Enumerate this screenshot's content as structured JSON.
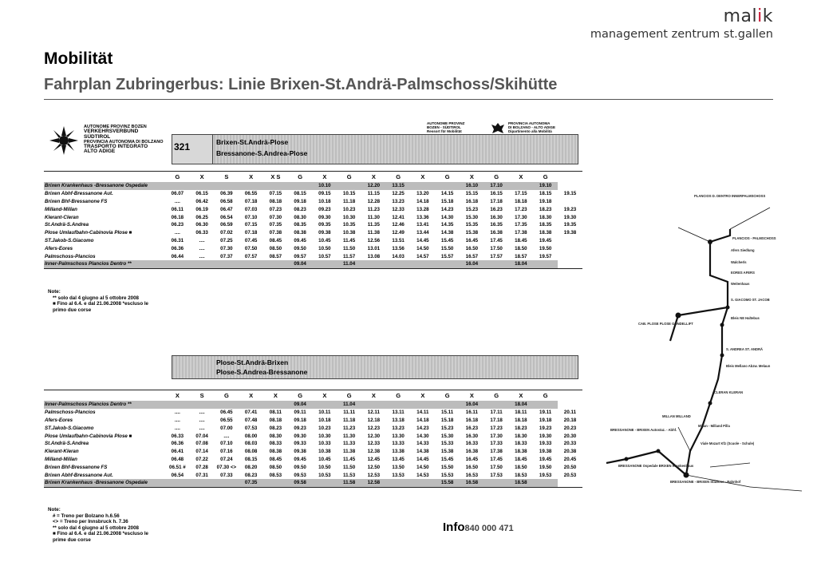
{
  "brand": {
    "logo_main": "mal",
    "logo_i": "i",
    "logo_k": "k",
    "logo_sub": "management zentrum st.gallen"
  },
  "slide": {
    "title": "Mobilität",
    "subtitle": "Fahrplan Zubringerbus: Linie Brixen-St.Andrä-Palmschoss/Skihütte"
  },
  "header": {
    "org_left": [
      "AUTONOME PROVINZ BOZEN",
      "VERKEHRSVERBUND",
      "SÜDTIROL",
      "PROVINCIA AUTONOMA DI BOLZANO",
      "TRASPORTO INTEGRATO",
      "ALTO ADIGE"
    ],
    "org_right_a": [
      "AUTONOME PROVINZ",
      "BOZEN - SÜDTIROL",
      "Ressort für Mobilität"
    ],
    "org_right_b": [
      "PROVINCIA AUTONOMA",
      "DI BOLZANO - ALTO ADIGE",
      "Dipartimento alla Mobilità"
    ],
    "route_number": "321",
    "route_de": "Brixen-St.Andrä-Plose",
    "route_it": "Bressanone-S.Andrea-Plose"
  },
  "timetable_up": {
    "columns": [
      "G",
      "X",
      "S",
      "X",
      "X S",
      "G",
      "X",
      "G",
      "X",
      "G",
      "X",
      "G",
      "X",
      "G",
      "X",
      "G"
    ],
    "rows": [
      {
        "station": "Brixen Krankenhaus -Bressanone Ospedale",
        "times": [
          "",
          "",
          "",
          "",
          "",
          "",
          "10.10",
          "",
          "12.20",
          "13.15",
          "",
          "",
          "16.10",
          "17.10",
          "",
          "19.10"
        ],
        "shade": true
      },
      {
        "station": "Brixen Abhf-Bressanone Aut.",
        "times": [
          "06.07",
          "06.15",
          "06.39",
          "06.55",
          "07.15",
          "08.15",
          "09.15",
          "10.15",
          "11.15",
          "12.25",
          "13.20",
          "14.15",
          "15.15",
          "16.15",
          "17.15",
          "18.15",
          "19.15"
        ]
      },
      {
        "station": "Brixen Bhf-Bressanone FS",
        "times": [
          "....",
          "06.42",
          "06.58",
          "07.18",
          "08.18",
          "09.18",
          "10.18",
          "11.18",
          "12.28",
          "13.23",
          "14.18",
          "15.18",
          "16.18",
          "17.18",
          "18.18",
          "19.18"
        ]
      },
      {
        "station": "Milland-Millan",
        "times": [
          "06.11",
          "06.19",
          "06.47",
          "07.03",
          "07.23",
          "08.23",
          "09.23",
          "10.23",
          "11.23",
          "12.33",
          "13.28",
          "14.23",
          "15.23",
          "16.23",
          "17.23",
          "18.23",
          "19.23"
        ]
      },
      {
        "station": "Klerant-Cleran",
        "times": [
          "06.18",
          "06.25",
          "06.54",
          "07.10",
          "07.30",
          "08.30",
          "09.30",
          "10.30",
          "11.30",
          "12.41",
          "13.36",
          "14.30",
          "15.30",
          "16.30",
          "17.30",
          "18.30",
          "19.30"
        ]
      },
      {
        "station": "St.Andrä-S.Andrea",
        "times": [
          "06.23",
          "06.30",
          "06.59",
          "07.15",
          "07.35",
          "08.35",
          "09.35",
          "10.35",
          "11.35",
          "12.46",
          "13.41",
          "14.35",
          "15.35",
          "16.35",
          "17.35",
          "18.35",
          "19.35"
        ]
      },
      {
        "station": "Plose Umlaufbahn-Cabinovia Plose ■",
        "times": [
          "....",
          "06.33",
          "07.02",
          "07.18",
          "07.38",
          "08.38",
          "09.38",
          "10.38",
          "11.38",
          "12.49",
          "13.44",
          "14.38",
          "15.38",
          "16.38",
          "17.38",
          "18.38",
          "19.38"
        ]
      },
      {
        "station": "ST.Jakob-S.Giacomo",
        "times": [
          "06.31",
          "....",
          "07.25",
          "07.45",
          "08.45",
          "09.45",
          "10.45",
          "11.45",
          "12.56",
          "13.51",
          "14.45",
          "15.45",
          "16.45",
          "17.45",
          "18.45",
          "19.45"
        ]
      },
      {
        "station": "Afers-Eores",
        "times": [
          "06.36",
          "....",
          "07.30",
          "07.50",
          "08.50",
          "09.50",
          "10.50",
          "11.50",
          "13.01",
          "13.56",
          "14.50",
          "15.50",
          "16.50",
          "17.50",
          "18.50",
          "19.50"
        ]
      },
      {
        "station": "Palmschoss-Plancios",
        "times": [
          "06.44",
          "....",
          "07.37",
          "07.57",
          "08.57",
          "09.57",
          "10.57",
          "11.57",
          "13.08",
          "14.03",
          "14.57",
          "15.57",
          "16.57",
          "17.57",
          "18.57",
          "19.57"
        ]
      },
      {
        "station": "Inner-Palmschoss Plancios Dentro **",
        "times": [
          "",
          "",
          "",
          "",
          "",
          "09.04",
          "",
          "11.04",
          "",
          "",
          "",
          "",
          "16.04",
          "",
          "18.04",
          ""
        ],
        "shade": true
      }
    ],
    "notes": [
      "Note:",
      "** solo dal 4 giugno al 5 ottobre 2008",
      "■ Fino al 6.4. e dal 21.06.2008 *escluso le",
      "primo due corse"
    ]
  },
  "timetable_down": {
    "route_de": "Plose-St.Andrä-Brixen",
    "route_it": "Plose-S.Andrea-Bressanone",
    "columns": [
      "X",
      "S",
      "G",
      "X",
      "X",
      "G",
      "X",
      "G",
      "X",
      "G",
      "X",
      "G",
      "X",
      "G",
      "X",
      "G"
    ],
    "rows": [
      {
        "station": "Inner-Palmschoss Plancios Dentro **",
        "times": [
          "",
          "",
          "",
          "",
          "",
          "09.04",
          "",
          "11.04",
          "",
          "",
          "",
          "",
          "16.04",
          "",
          "18.04",
          ""
        ],
        "shade": true
      },
      {
        "station": "Palmschoss-Plancios",
        "times": [
          "....",
          "....",
          "06.45",
          "07.41",
          "08.11",
          "09.11",
          "10.11",
          "11.11",
          "12.11",
          "13.11",
          "14.11",
          "15.11",
          "16.11",
          "17.11",
          "18.11",
          "19.11",
          "20.11"
        ]
      },
      {
        "station": "Afers-Eores",
        "times": [
          "....",
          "....",
          "06.55",
          "07.48",
          "08.18",
          "09.18",
          "10.18",
          "11.18",
          "12.18",
          "13.18",
          "14.18",
          "15.18",
          "16.18",
          "17.18",
          "18.18",
          "19.18",
          "20.18"
        ]
      },
      {
        "station": "ST.Jakob-S.Giacomo",
        "times": [
          "....",
          "....",
          "07.00",
          "07.53",
          "08.23",
          "09.23",
          "10.23",
          "11.23",
          "12.23",
          "13.23",
          "14.23",
          "15.23",
          "16.23",
          "17.23",
          "18.23",
          "19.23",
          "20.23"
        ]
      },
      {
        "station": "Plose Umlaufbahn-Cabinovia Plose ■",
        "times": [
          "06.33",
          "07.04",
          "....",
          "08.00",
          "08.30",
          "09.30",
          "10.30",
          "11.30",
          "12.30",
          "13.30",
          "14.30",
          "15.30",
          "16.30",
          "17.30",
          "18.30",
          "19.30",
          "20.30"
        ]
      },
      {
        "station": "St.Andrä-S.Andrea",
        "times": [
          "06.36",
          "07.08",
          "07.10",
          "08.03",
          "08.33",
          "09.33",
          "10.33",
          "11.33",
          "12.33",
          "13.33",
          "14.33",
          "15.33",
          "16.33",
          "17.33",
          "18.33",
          "19.33",
          "20.33"
        ]
      },
      {
        "station": "Klerant-Kleran",
        "times": [
          "06.41",
          "07.14",
          "07.16",
          "08.08",
          "08.38",
          "09.38",
          "10.38",
          "11.38",
          "12.38",
          "13.38",
          "14.38",
          "15.38",
          "16.38",
          "17.38",
          "18.38",
          "19.38",
          "20.38"
        ]
      },
      {
        "station": "Milland-Millan",
        "times": [
          "06.48",
          "07.22",
          "07.24",
          "08.15",
          "08.45",
          "09.45",
          "10.45",
          "11.45",
          "12.45",
          "13.45",
          "14.45",
          "15.45",
          "16.45",
          "17.45",
          "18.45",
          "19.45",
          "20.45"
        ]
      },
      {
        "station": "Brixen Bhf-Bressanone FS",
        "times": [
          "06.51 #",
          "07.28",
          "07.30 <>",
          "08.20",
          "08.50",
          "09.50",
          "10.50",
          "11.50",
          "12.50",
          "13.50",
          "14.50",
          "15.50",
          "16.50",
          "17.50",
          "18.50",
          "19.50",
          "20.50"
        ]
      },
      {
        "station": "Brixen Abhf-Bressanone Aut.",
        "times": [
          "06.54",
          "07.31",
          "07.33",
          "08.23",
          "08.53",
          "09.53",
          "10.53",
          "11.53",
          "12.53",
          "13.53",
          "14.53",
          "15.53",
          "16.53",
          "17.53",
          "18.53",
          "19.53",
          "20.53"
        ]
      },
      {
        "station": "Brixen Krankenhaus -Bressanone Ospedale",
        "times": [
          "",
          "",
          "",
          "07.35",
          "",
          "09.58",
          "",
          "11.58",
          "12.58",
          "",
          "",
          "15.58",
          "16.58",
          "",
          "18.58",
          ""
        ],
        "shade": true
      }
    ],
    "notes": [
      "Note:",
      "# = Treno per Bolzano h.6.56",
      "<> = Treno per Innsbruck h. 7.36",
      "** solo dal 4 giugno al 5 ottobre 2008",
      "■ Fino al 6.4. e dal 21.06.2008 *escluso le",
      "prime due corse"
    ]
  },
  "info": {
    "label": "Info",
    "number": "840 000 471"
  },
  "map": {
    "labels": {
      "plancios_dentro": "PLANCIOS D. DENTRO INNERPALMSCHOSS",
      "palmschoss": "PLANCIOS - PALMSCHOSS",
      "afers_siedlung": "Afers Siedlung",
      "walcherls": "Walcherls",
      "eores": "EORES AFERS",
      "weitenhaus": "Weitenhaus",
      "giacomo": "S. GIACOMO ST. JACOB",
      "bleis": "Bleis NE Haltebus",
      "plose_lift": "CAB. PLOSE PLOSE GONDELLIFT",
      "andrea": "S. ANDREA ST. ANDRÄ",
      "bleis_melano": "Bleis Mellano Abzw. Melaun",
      "cleran": "CLERAN KLERAN",
      "millan": "MILLAN MILLAND",
      "millan_pilla": "Millan - Milland Pilla",
      "bressanone_brixen": "BRESSANONE - BRIXEN Autostaz. - Abhf.",
      "viale": "Viale Mozart Kfz (Scuole - Schule)",
      "ospedale": "BRESSANONE Ospedale BRIXEN Krankenhaus",
      "stazione": "BRESSANONE - BRIXEN Stazione - Bahnhof"
    }
  }
}
